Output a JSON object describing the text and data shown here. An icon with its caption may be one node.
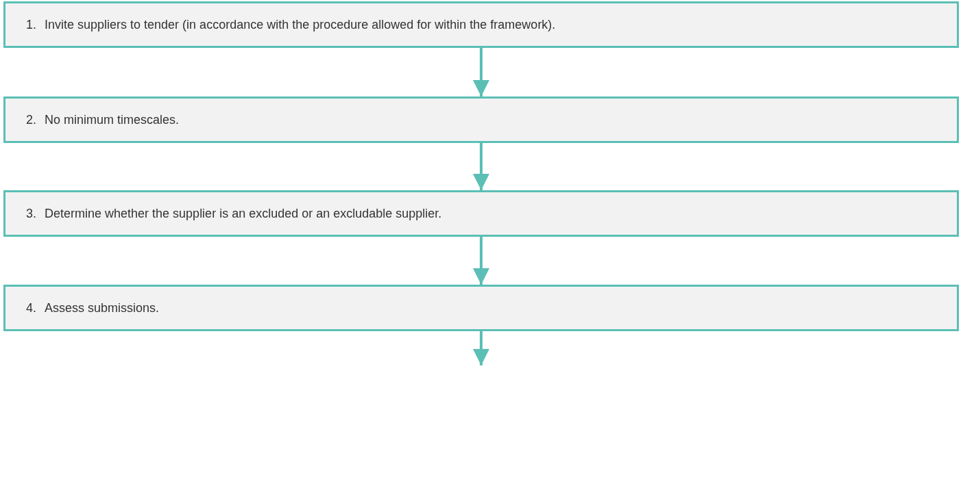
{
  "diagram": {
    "nodes": [
      {
        "text": [
          "1.",
          "Invite suppliers to tender (in accordance with the procedure allowed for within the framework)."
        ]
      },
      {
        "text": [
          "2.",
          "No minimum timescales."
        ]
      },
      {
        "text": [
          "3.",
          "Determine whether the supplier is an excluded or an excludable supplier."
        ]
      },
      {
        "text": [
          "4.",
          "Assess submissions."
        ]
      }
    ],
    "edges": [
      {
        "from": 0,
        "to": 1,
        "arrow": "to"
      },
      {
        "from": 1,
        "to": 2,
        "arrow": "to"
      },
      {
        "from": 2,
        "to": 3,
        "arrow": "to"
      },
      {
        "from": 3,
        "to": null,
        "arrow": "to"
      }
    ]
  }
}
